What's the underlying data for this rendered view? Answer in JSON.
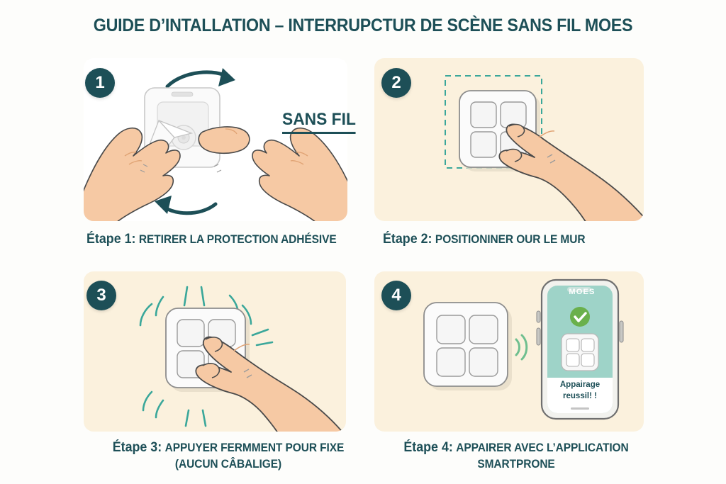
{
  "header": {
    "title": "GUIDE D’INTALLATION – INTERRUPCTUR DE SCÈNE SANS FIL MOES"
  },
  "badges": {
    "one": "1",
    "two": "2",
    "three": "3",
    "four": "4"
  },
  "callout": {
    "wireless_label": "SANS FIL"
  },
  "steps": [
    {
      "number": "1",
      "lead": "Étape 1:",
      "text": "RETIRER LA PROTECTION ADHÉSIVE",
      "text_line2": "",
      "scene": "two-hands-peeling-adhesive-liner-from-switch-with-rotation-arrows",
      "background": "#ffffff"
    },
    {
      "number": "2",
      "lead": "Étape 2:",
      "text": "POSITIONINER OUR LE MUR",
      "text_line2": "",
      "scene": "hand-placing-four-button-switch-inside-dashed-alignment-guide",
      "background": "#fbf1dd"
    },
    {
      "number": "3",
      "lead": "Étape 3:",
      "text": "APPUYER FERMMENT POUR FIXE",
      "text_line2": "(AUCUN CÂBALIGE)",
      "scene": "finger-pressing-switch-firmly-with-impact-lines",
      "background": "#fbf1dd"
    },
    {
      "number": "4",
      "lead": "Étape 4:",
      "text": "APPAIRER AVEC L’APPLICATION",
      "text_line2": "SMARTPRONE",
      "scene": "switch-pairing-wirelessly-with-smartphone-app",
      "background": "#fbf1dd"
    }
  ],
  "phone": {
    "app_name": "MOES",
    "status_icon": "check-circle-icon",
    "message_line1": "Appairage",
    "message_line2": "reussil! !"
  },
  "colors": {
    "brand_teal": "#1d4f57",
    "card_cream": "#fbf1dd",
    "page_background": "#fdfdfb",
    "accent_mint": "#3aa79a",
    "success_green": "#6ab04c",
    "skin": "#f6c9a4",
    "skin_shadow": "#e8a878",
    "device_white": "#f7f7f7",
    "phone_screen": "#9ed3c8"
  }
}
